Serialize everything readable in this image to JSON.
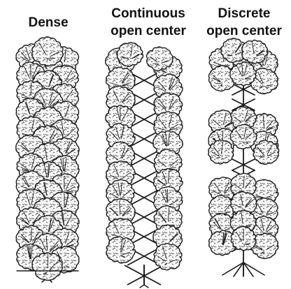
{
  "columns": [
    {
      "id": "dense",
      "title_lines": [
        "Dense"
      ]
    },
    {
      "id": "continuous",
      "title_lines": [
        "Continuous",
        "open center"
      ]
    },
    {
      "id": "discrete",
      "title_lines": [
        "Discrete",
        "open center"
      ]
    }
  ],
  "colors": {
    "ink": "#1a1a1a",
    "foliage_fill": "#f4f4f4",
    "background": "#ffffff"
  }
}
